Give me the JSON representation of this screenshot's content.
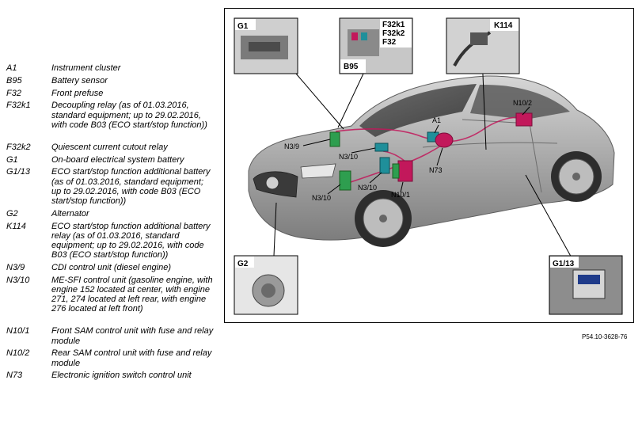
{
  "legend": [
    {
      "code": "A1",
      "desc": "Instrument cluster"
    },
    {
      "code": "B95",
      "desc": "Battery sensor"
    },
    {
      "code": "F32",
      "desc": "Front prefuse"
    },
    {
      "code": "F32k1",
      "desc": "Decoupling relay (as of 01.03.2016, standard equipment; up to 29.02.2016, with code B03 (ECO start/stop function))"
    },
    {
      "code": "F32k2",
      "desc": "Quiescent current cutout relay"
    },
    {
      "code": "G1",
      "desc": "On-board electrical system battery"
    },
    {
      "code": "G1/13",
      "desc": "ECO start/stop function additional battery (as of 01.03.2016, standard equipment; up to 29.02.2016, with code B03 (ECO start/stop function))"
    },
    {
      "code": "G2",
      "desc": "Alternator"
    },
    {
      "code": "K114",
      "desc": "ECO start/stop function additional battery relay (as of 01.03.2016, standard equipment; up to 29.02.2016, with code B03 (ECO start/stop function))"
    },
    {
      "code": "N3/9",
      "desc": "CDI control unit (diesel engine)"
    },
    {
      "code": "N3/10",
      "desc": "ME-SFI control unit (gasoline engine, with engine 152 located at center, with engine 271, 274 located at left rear, with engine 276 located at left front)"
    },
    {
      "code": "N10/1",
      "desc": "Front SAM control unit with fuse and relay module"
    },
    {
      "code": "N10/2",
      "desc": "Rear SAM control unit with fuse and relay module"
    },
    {
      "code": "N73",
      "desc": "Electronic ignition switch control unit"
    }
  ],
  "figure": {
    "inset_labels": {
      "g1": "G1",
      "f32k1": "F32k1",
      "f32k2": "F32k2",
      "f32": "F32",
      "b95": "B95",
      "k114": "K114",
      "g2": "G2",
      "g1_13": "G1/13"
    },
    "car_labels": {
      "n10_2": "N10/2",
      "a1": "A1",
      "n3_9": "N3/9",
      "n3_10_top": "N3/10",
      "n73": "N73",
      "n3_10_mid": "N3/10",
      "n3_10_low": "N3/10",
      "n10_1": "N10/1"
    },
    "colors": {
      "car_body": "#a9a9a9",
      "wiring": "#c2185b",
      "control_unit_teal": "#1f8f9a",
      "control_unit_green": "#2e9e4f",
      "control_unit_red": "#c2185b"
    },
    "reference": "P54.10-3628-76"
  }
}
